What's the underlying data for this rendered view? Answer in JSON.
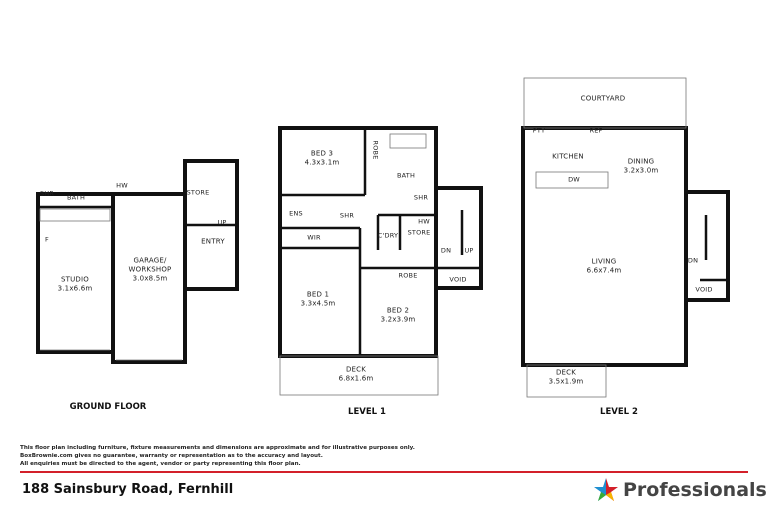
{
  "ground_floor": {
    "title": "GROUND FLOOR",
    "rooms": [
      {
        "name": "SHR"
      },
      {
        "name": "BATH"
      },
      {
        "name": "HW"
      },
      {
        "name": "F"
      },
      {
        "name": "STUDIO",
        "size": "3.1x6.6m"
      },
      {
        "name": "GARAGE/",
        "name2": "WORKSHOP",
        "size": "3.0x8.5m"
      },
      {
        "name": "STORE"
      },
      {
        "name": "UP"
      },
      {
        "name": "ENTRY"
      }
    ]
  },
  "level1": {
    "title": "LEVEL 1",
    "rooms": [
      {
        "name": "BED 3",
        "size": "4.3x3.1m"
      },
      {
        "name": "ROBE"
      },
      {
        "name": "BATH"
      },
      {
        "name": "ENS"
      },
      {
        "name": "SHR"
      },
      {
        "name": "SHR"
      },
      {
        "name": "WIR"
      },
      {
        "name": "C'DRY"
      },
      {
        "name": "HW"
      },
      {
        "name": "STORE"
      },
      {
        "name": "DN"
      },
      {
        "name": "UP"
      },
      {
        "name": "ROBE"
      },
      {
        "name": "VOID"
      },
      {
        "name": "BED 1",
        "size": "3.3x4.5m"
      },
      {
        "name": "BED 2",
        "size": "3.2x3.9m"
      },
      {
        "name": "DECK",
        "size": "6.8x1.6m"
      }
    ]
  },
  "level2": {
    "title": "LEVEL 2",
    "rooms": [
      {
        "name": "COURTYARD"
      },
      {
        "name": "PTY"
      },
      {
        "name": "REF"
      },
      {
        "name": "KITCHEN"
      },
      {
        "name": "DINING",
        "size": "3.2x3.0m"
      },
      {
        "name": "DW"
      },
      {
        "name": "LIVING",
        "size": "6.6x7.4m"
      },
      {
        "name": "DN"
      },
      {
        "name": "VOID"
      },
      {
        "name": "DECK",
        "size": "3.5x1.9m"
      }
    ]
  },
  "footer": {
    "disclaimer": [
      "This floor plan including furniture, fixture measurements and dimensions are approximate and for illustrative purposes only.",
      "BoxBrownie.com gives no guarantee, warranty or representation as to the accuracy and layout.",
      "All enquiries must be directed to the agent, vendor or party representing this floor plan."
    ],
    "address": "188 Sainsbury Road, Fernhill",
    "brand": "Professionals",
    "accent_color": "#d3202a"
  }
}
